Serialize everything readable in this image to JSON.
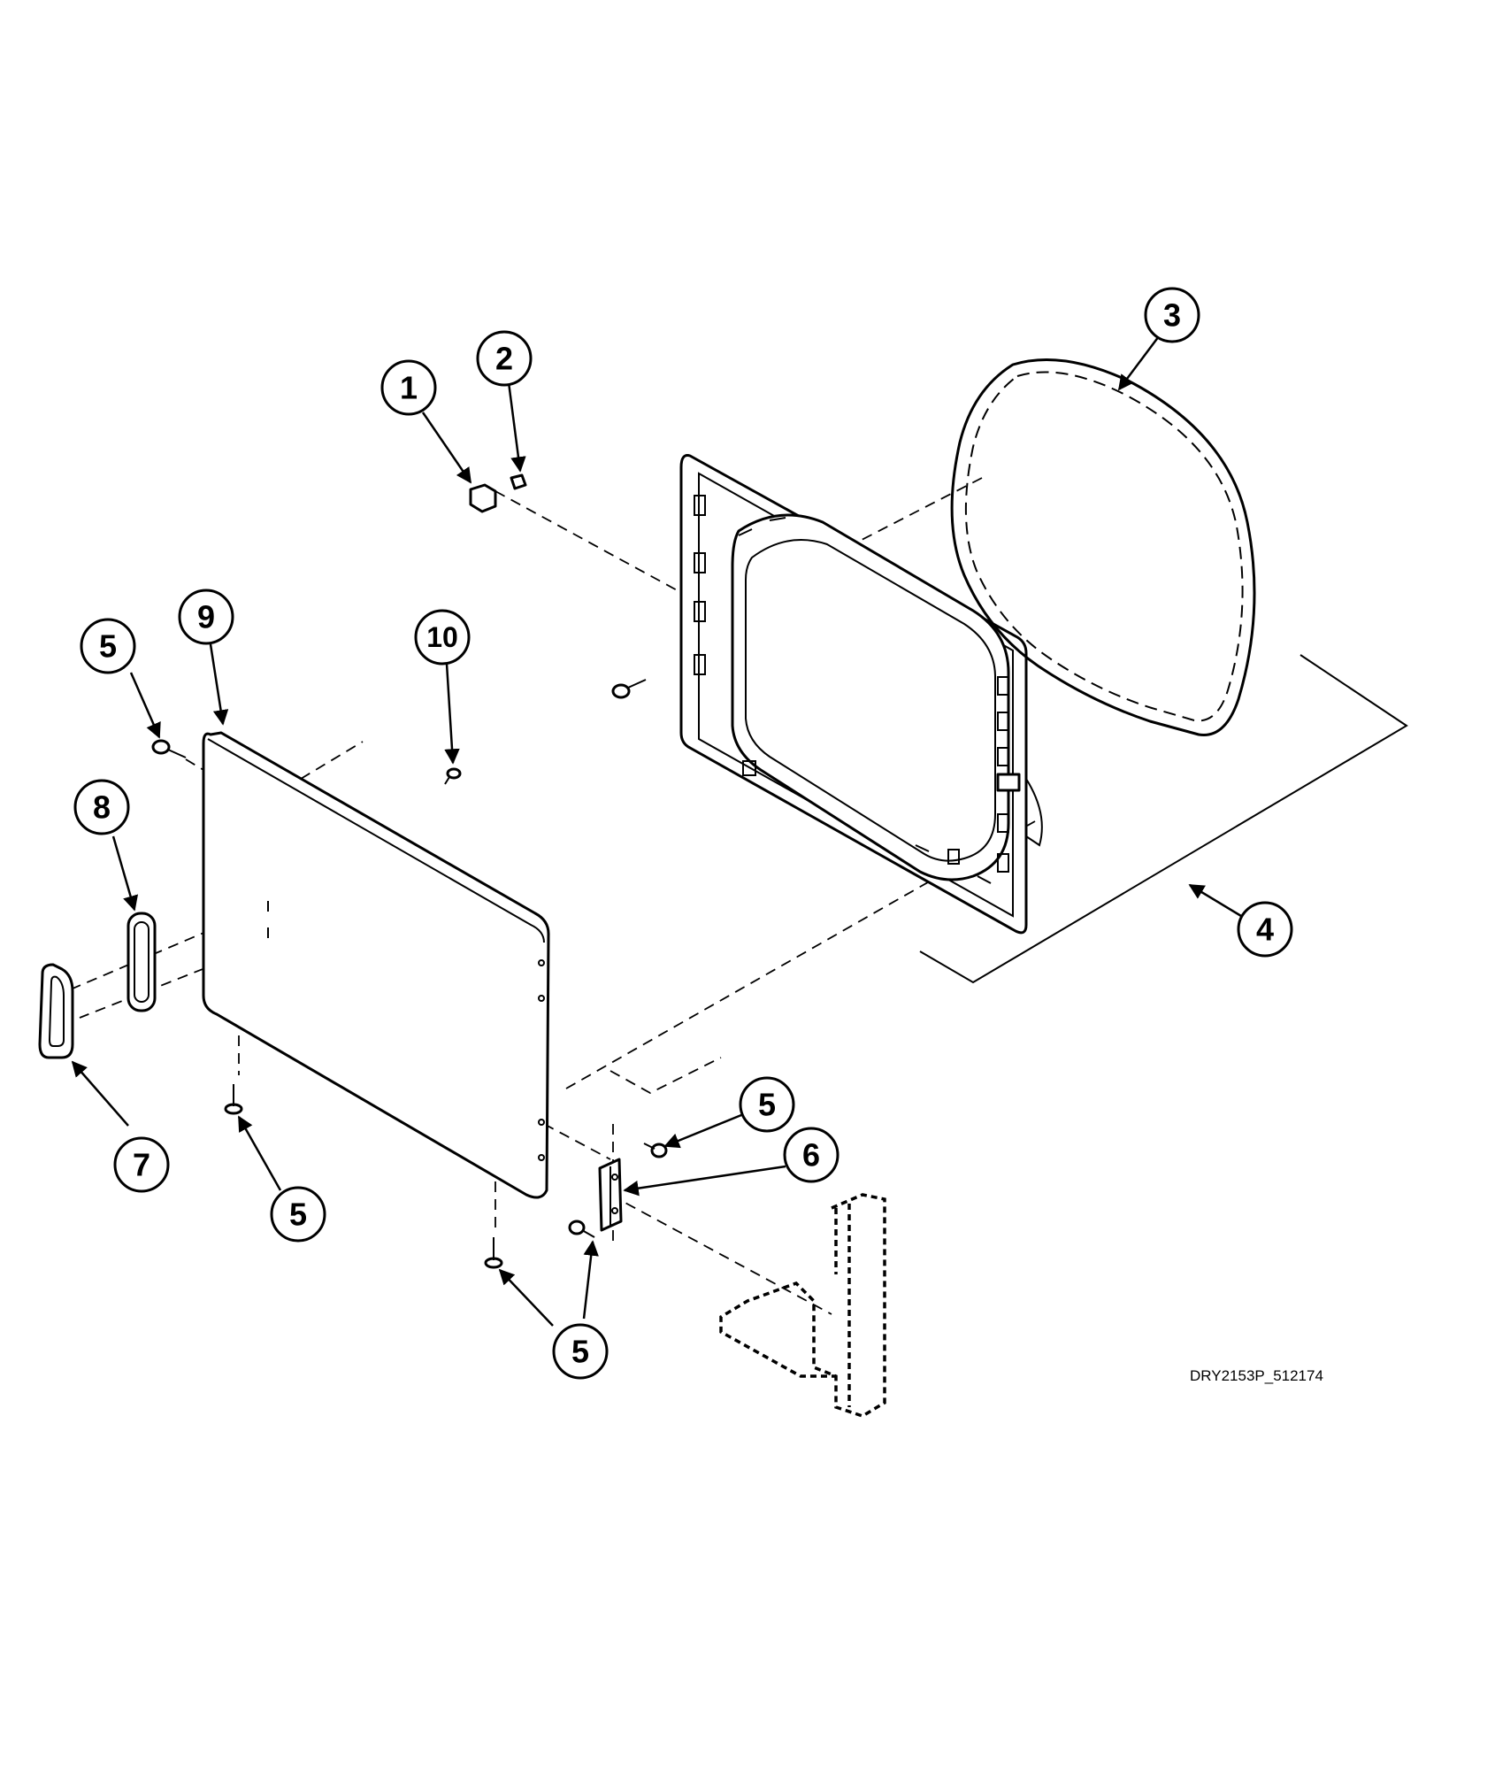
{
  "diagram_code": "DRY2153P_512174",
  "callouts": [
    {
      "id": "c1",
      "label": "1"
    },
    {
      "id": "c2",
      "label": "2"
    },
    {
      "id": "c3",
      "label": "3"
    },
    {
      "id": "c4",
      "label": "4"
    },
    {
      "id": "c5a",
      "label": "5"
    },
    {
      "id": "c5b",
      "label": "5"
    },
    {
      "id": "c5c",
      "label": "5"
    },
    {
      "id": "c5d",
      "label": "5"
    },
    {
      "id": "c6",
      "label": "6"
    },
    {
      "id": "c7",
      "label": "7"
    },
    {
      "id": "c8",
      "label": "8"
    },
    {
      "id": "c9",
      "label": "9"
    },
    {
      "id": "c10",
      "label": "10"
    }
  ]
}
